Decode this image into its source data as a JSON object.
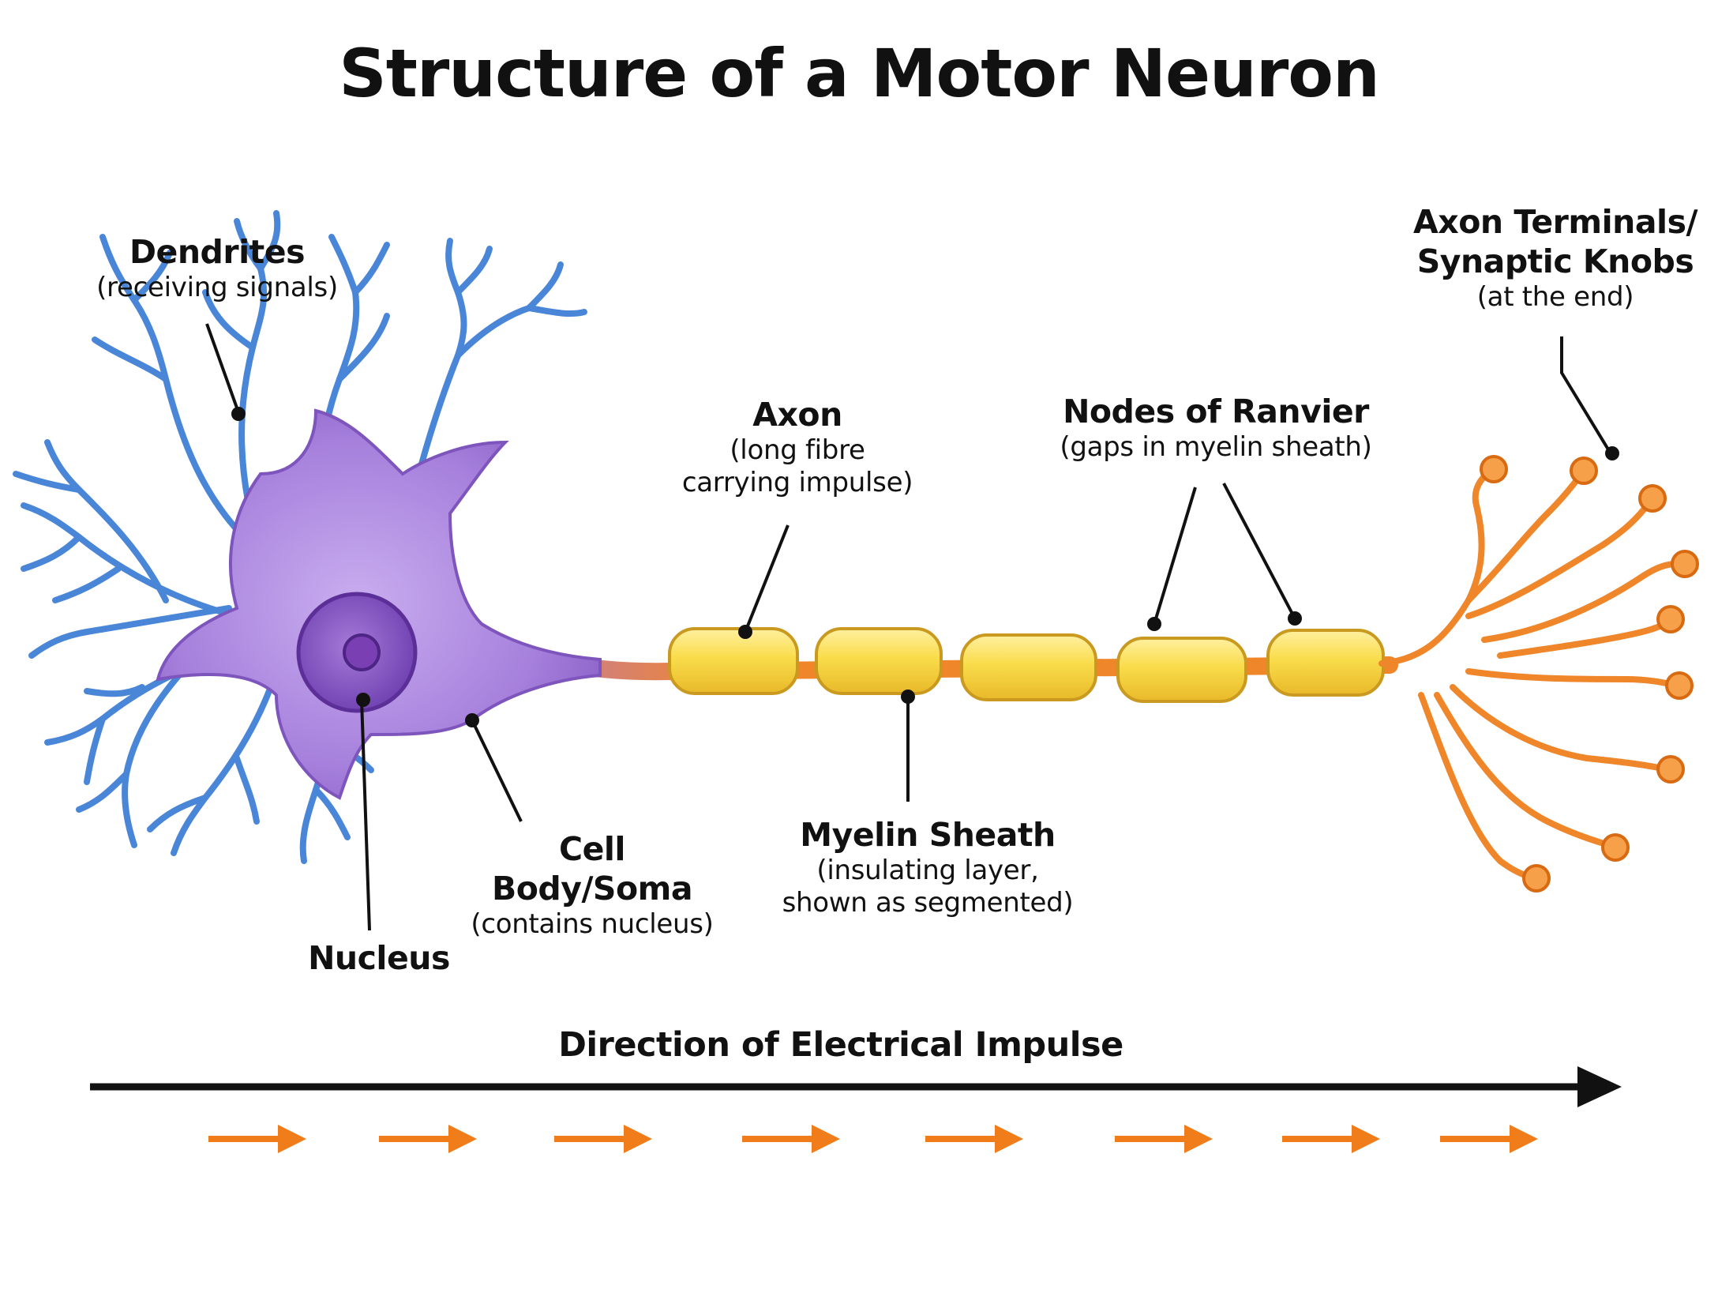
{
  "title": "Structure of a Motor Neuron",
  "labels": {
    "dendrites": {
      "heading": "Dendrites",
      "sub": "(receiving signals)"
    },
    "axon": {
      "heading": "Axon",
      "sub1": "(long fibre",
      "sub2": "carrying impulse)"
    },
    "nodes": {
      "heading": "Nodes of Ranvier",
      "sub": "(gaps in myelin sheath)"
    },
    "terminals": {
      "heading1": "Axon Terminals/",
      "heading2": "Synaptic Knobs",
      "sub": "(at the end)"
    },
    "soma": {
      "heading": "Cell Body/Soma",
      "sub": "(contains nucleus)"
    },
    "myelin": {
      "heading": "Myelin Sheath",
      "sub1": "(insulating layer,",
      "sub2": "shown as segmented)"
    },
    "nucleus": {
      "heading": "Nucleus"
    }
  },
  "direction_label": "Direction of Electrical Impulse",
  "colors": {
    "dendrite": "#4a86d8",
    "soma": "#a67dd6",
    "nucleus": "#7a4fb8",
    "axon": "#f0862a",
    "myelin": "#f9dc4a",
    "arrow": "#f07d1a"
  }
}
